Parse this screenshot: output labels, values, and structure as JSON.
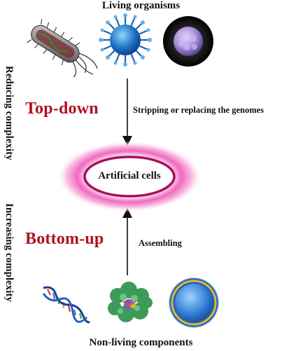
{
  "top_label": "Living organisms",
  "bottom_label": "Non-living components",
  "top_down": {
    "title": "Top-down",
    "side_label": "Reducing complexity",
    "arrow_label": "Stripping or replacing the genomes"
  },
  "bottom_up": {
    "title": "Bottom-up",
    "side_label": "Increasing complexity",
    "arrow_label": "Assembling"
  },
  "center": {
    "label": "Artificial cells"
  },
  "colors": {
    "accent_red": "#b01220",
    "glow_magenta": "#d11a8a",
    "ring": "#a3125b"
  },
  "icons": {
    "top": [
      "bacterium-icon",
      "virus-icon",
      "cell-icon"
    ],
    "bottom": [
      "dna-helix-icon",
      "protein-icon",
      "liposome-icon"
    ]
  }
}
